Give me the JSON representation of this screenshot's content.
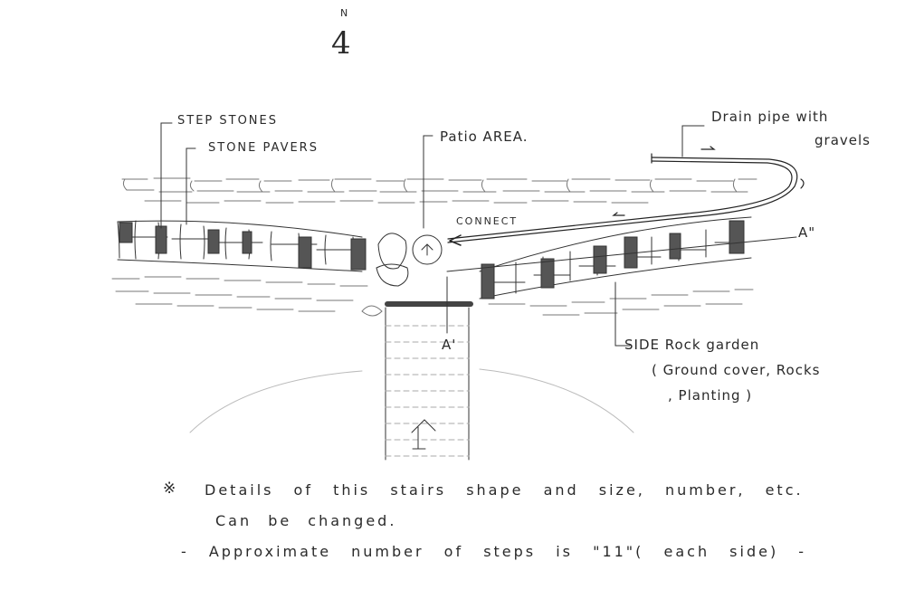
{
  "compass": {
    "letter": "N",
    "numeral": "4"
  },
  "labels": {
    "step_stones": "STEP STONES",
    "stone_pavers": "STONE PAVERS",
    "patio_area": "Patio AREA.",
    "drain_pipe_line1": "Drain pipe with",
    "drain_pipe_line2": "gravels",
    "connect": "CONNECT",
    "section_a_double": "A\"",
    "section_a_single": "A'",
    "side_rock_garden_line1": "SIDE Rock garden",
    "side_rock_garden_line2": "( Ground cover, Rocks",
    "side_rock_garden_line3": ", Planting )"
  },
  "notes": {
    "symbol": "※",
    "line1": "Details of this stairs shape and size, number, etc.",
    "line2": "Can be changed.",
    "line3": "- Approximate number of steps is \"11\"( each side) -"
  },
  "colors": {
    "ink": "#2a2a2a",
    "dark_stone": "#555555",
    "paper": "#ffffff"
  }
}
